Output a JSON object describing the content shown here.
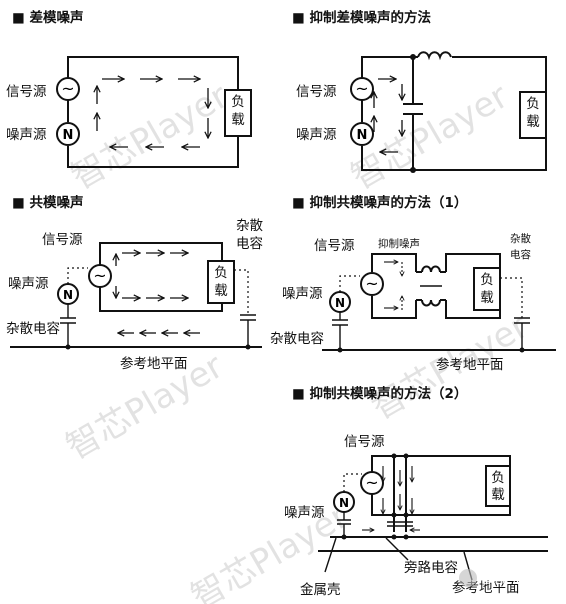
{
  "panels": {
    "diff_noise": {
      "title": "■ 差模噪声",
      "signal_source": "信号源",
      "noise_source": "噪声源",
      "load": "负载",
      "sig_symbol": "~",
      "noise_symbol": "N"
    },
    "diff_suppress": {
      "title": "■ 抑制差模噪声的方法",
      "signal_source": "信号源",
      "noise_source": "噪声源",
      "load": "负载",
      "sig_symbol": "~",
      "noise_symbol": "N"
    },
    "common_noise": {
      "title": "■ 共模噪声",
      "signal_source": "信号源",
      "noise_source": "噪声源",
      "load": "负载",
      "stray_cap_left": "杂散电容",
      "stray_cap_right_1": "杂散",
      "stray_cap_right_2": "电容",
      "ground_plane": "参考地平面",
      "sig_symbol": "~",
      "noise_symbol": "N"
    },
    "common_suppress_1": {
      "title": "■ 抑制共模噪声的方法（1）",
      "signal_source": "信号源",
      "noise_source": "噪声源",
      "load": "负载",
      "choke_label": "抑制噪声",
      "stray_cap_left": "杂散电容",
      "stray_cap_right_1": "杂散",
      "stray_cap_right_2": "电容",
      "ground_plane": "参考地平面",
      "sig_symbol": "~",
      "noise_symbol": "N"
    },
    "common_suppress_2": {
      "title": "■ 抑制共模噪声的方法（2）",
      "signal_source": "信号源",
      "noise_source": "噪声源",
      "load": "负载",
      "metal_case": "金属壳",
      "bypass_cap": "旁路电容",
      "ground_plane": "参考地平面",
      "sig_symbol": "~",
      "noise_symbol": "N"
    }
  },
  "watermark": {
    "text": "智芯Player",
    "brand": "智芯Player"
  }
}
